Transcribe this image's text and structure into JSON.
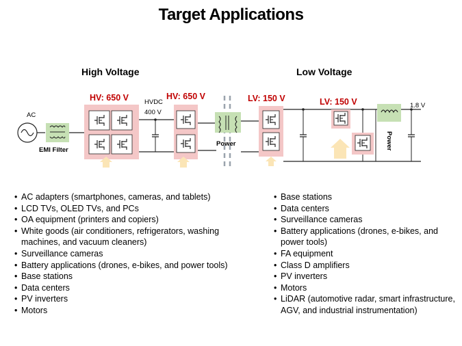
{
  "title": "Target Applications",
  "sections": {
    "high": "High Voltage",
    "low": "Low Voltage"
  },
  "diagram": {
    "ac": "AC",
    "emi": "EMI Filter",
    "hv1": "HV: 650 V",
    "hvdc": "HVDC",
    "v400": "400 V",
    "hv2": "HV: 650 V",
    "power1": "Power",
    "lv1": "LV: 150 V",
    "lv2": "LV: 150 V",
    "power2": "Power",
    "v18": "1.8 V",
    "colors": {
      "device_box": "#f4c7c7",
      "transformer_box": "#c6e0b4",
      "arrow": "#fbe5b6",
      "label_red": "#c00000"
    }
  },
  "high_voltage_apps": [
    "AC adapters (smartphones, cameras, and tablets)",
    "LCD TVs, OLED TVs, and PCs",
    "OA equipment (printers and copiers)",
    "White goods (air conditioners, refrigerators, washing machines, and vacuum cleaners)",
    "Surveillance cameras",
    "Battery applications (drones, e-bikes, and power tools)",
    "Base stations",
    "Data centers",
    "PV inverters",
    "Motors"
  ],
  "low_voltage_apps": [
    "Base stations",
    "Data centers",
    "Surveillance cameras",
    "Battery applications (drones, e-bikes, and power tools)",
    "FA equipment",
    "Class D amplifiers",
    "PV inverters",
    "Motors",
    "LiDAR (automotive radar, smart infrastructure, AGV, and industrial instrumentation)"
  ]
}
